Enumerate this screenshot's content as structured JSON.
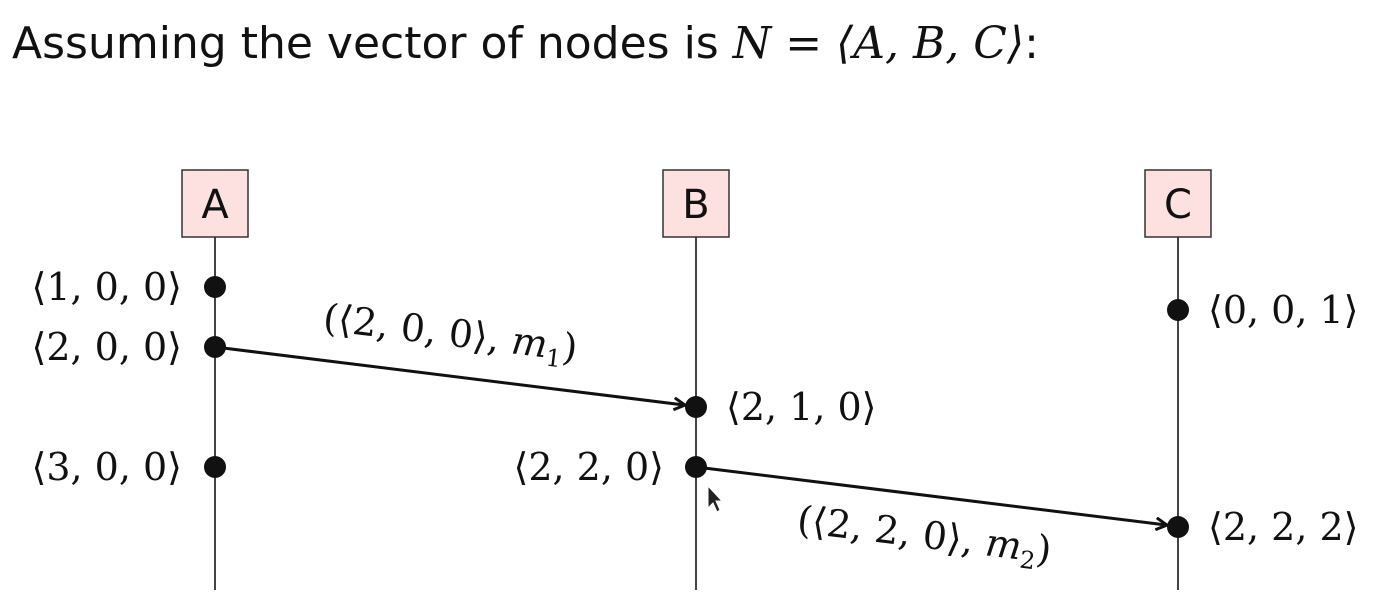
{
  "heading": {
    "prefix": "Assuming the vector of nodes is ",
    "math": "N = ⟨A, B, C⟩",
    "suffix": ":"
  },
  "nodes": [
    {
      "id": "A",
      "label": "A"
    },
    {
      "id": "B",
      "label": "B"
    },
    {
      "id": "C",
      "label": "C"
    }
  ],
  "events": [
    {
      "node": "A",
      "order": 1,
      "label": "⟨1, 0, 0⟩"
    },
    {
      "node": "A",
      "order": 2,
      "label": "⟨2, 0, 0⟩"
    },
    {
      "node": "A",
      "order": 4,
      "label": "⟨3, 0, 0⟩"
    },
    {
      "node": "B",
      "order": 3,
      "label": "⟨2, 1, 0⟩"
    },
    {
      "node": "B",
      "order": 4,
      "label": "⟨2, 2, 0⟩"
    },
    {
      "node": "C",
      "order": 1,
      "label": "⟨0, 0, 1⟩"
    },
    {
      "node": "C",
      "order": 5,
      "label": "⟨2, 2, 2⟩"
    }
  ],
  "messages": [
    {
      "from": "A",
      "to": "B",
      "vector": "⟨2, 0, 0⟩",
      "name": "m",
      "sub": "1"
    },
    {
      "from": "B",
      "to": "C",
      "vector": "⟨2, 2, 0⟩",
      "name": "m",
      "sub": "2"
    }
  ],
  "colors": {
    "node_box_fill": "#fde0e0",
    "node_box_stroke": "#333333",
    "line": "#111111"
  }
}
